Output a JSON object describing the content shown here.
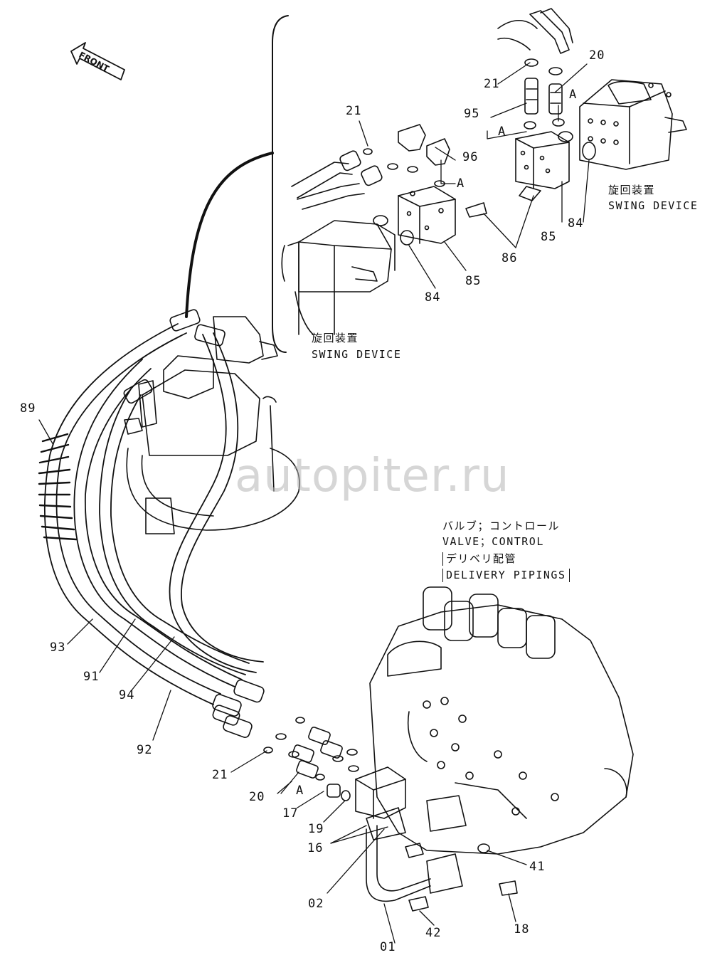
{
  "diagram": {
    "front_label": "FRONT",
    "watermark": "autopiter.ru",
    "captions": {
      "swing_device_upper_jp": "旋回装置",
      "swing_device_upper_en": "SWING DEVICE",
      "swing_device_lower_jp": "旋回装置",
      "swing_device_lower_en": "SWING DEVICE",
      "valve_jp": "バルブ；コントロール",
      "valve_en": "VALVE；CONTROL",
      "delivery_jp": "デリベリ配管",
      "delivery_en": "DELIVERY PIPINGS"
    },
    "part_labels": {
      "p21_top": "21",
      "p20_top": "20",
      "p95": "95",
      "pA_right": "A",
      "pA_left": "A",
      "p21_mid": "21",
      "p96": "96",
      "pA_mid": "A",
      "p85_right": "85",
      "p84_right": "84",
      "p86": "86",
      "p85_mid": "85",
      "p84_mid": "84",
      "p89": "89",
      "p93": "93",
      "p91": "91",
      "p94": "94",
      "p92": "92",
      "p21_bottom": "21",
      "p20_bottom": "20",
      "pA_bottom": "A",
      "p17": "17",
      "p19": "19",
      "p16": "16",
      "p02": "02",
      "p41": "41",
      "p18": "18",
      "p42": "42",
      "p01": "01"
    }
  }
}
